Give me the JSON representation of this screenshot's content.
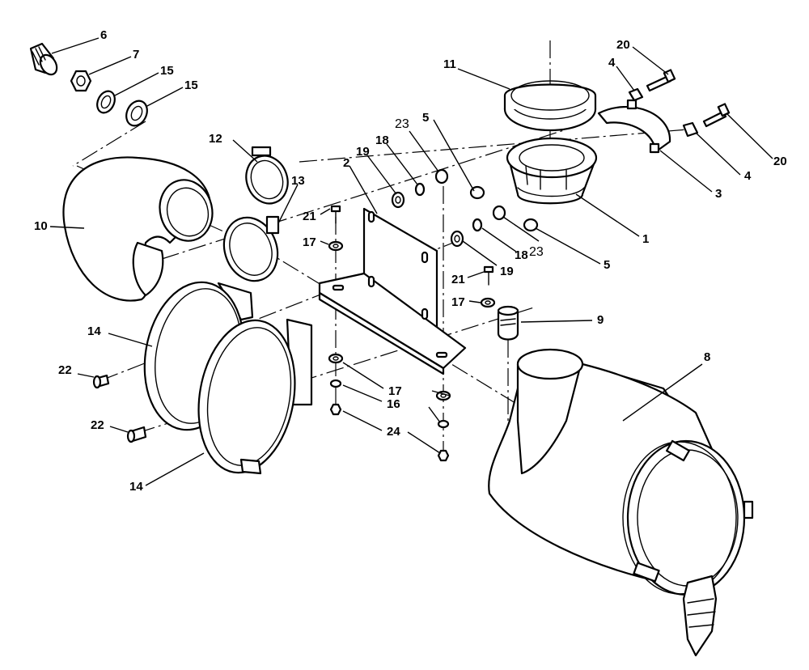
{
  "colors": {
    "line": "#000000",
    "background": "#ffffff"
  },
  "callouts": [
    "1",
    "2",
    "3",
    "4",
    "4",
    "5",
    "5",
    "6",
    "7",
    "8",
    "9",
    "10",
    "11",
    "12",
    "13",
    "14",
    "14",
    "15",
    "15",
    "16",
    "17",
    "17",
    "17",
    "18",
    "18",
    "19",
    "19",
    "20",
    "20",
    "21",
    "21",
    "22",
    "22",
    "23",
    "23",
    "24"
  ]
}
